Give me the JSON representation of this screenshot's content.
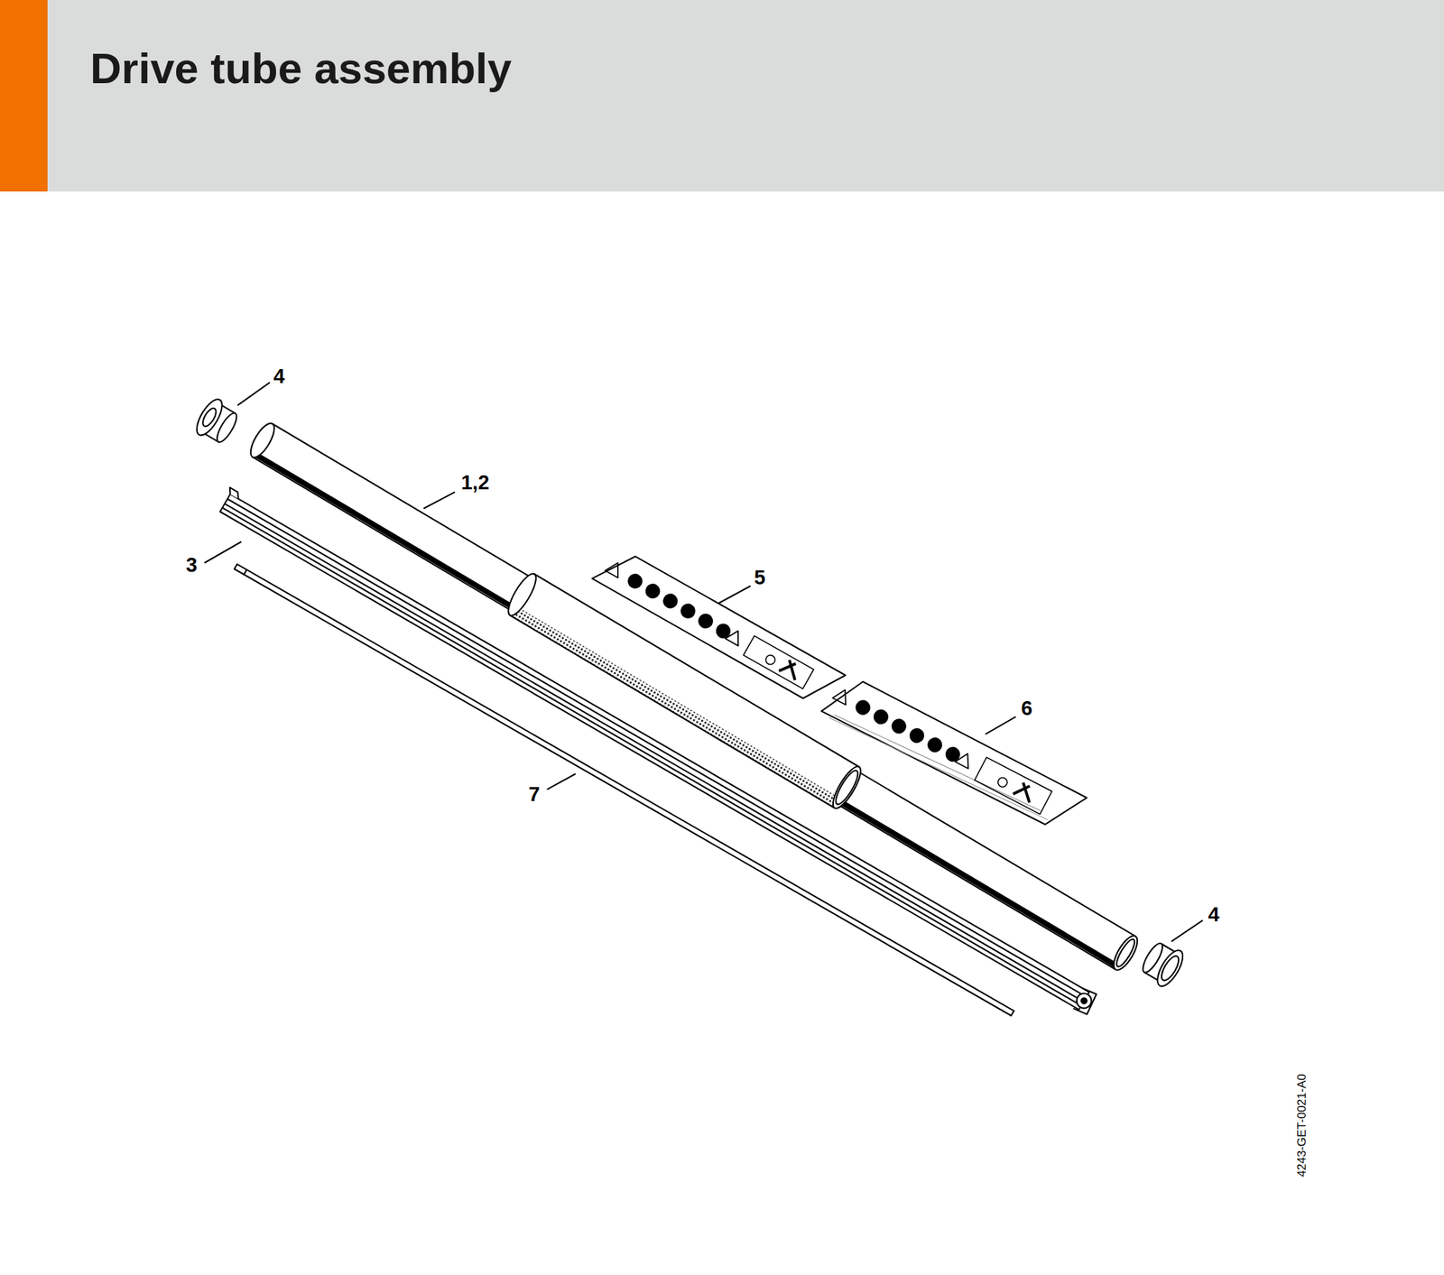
{
  "diagram": {
    "title": "Drive tube assembly",
    "labels": [
      "4",
      "1,2",
      "3",
      "5",
      "6",
      "7",
      "4",
      "4243-GET-0021-A0"
    ]
  }
}
